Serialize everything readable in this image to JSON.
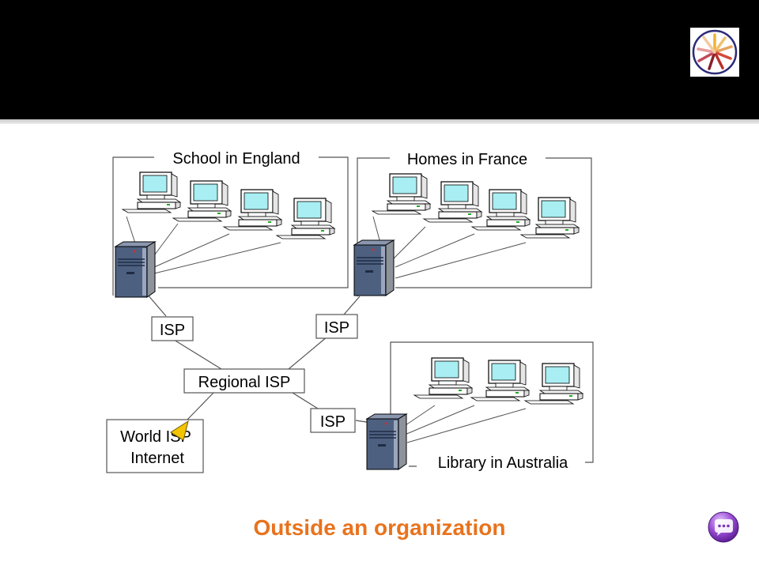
{
  "slide": {
    "caption": "Outside an organization"
  },
  "diagram": {
    "groups": [
      {
        "label": "School in England",
        "computers": 4
      },
      {
        "label": "Homes in France",
        "computers": 4
      },
      {
        "label": "Library in Australia",
        "computers": 3
      }
    ],
    "nodes": {
      "isp_left": "ISP",
      "isp_right": "ISP",
      "isp_bottom": "ISP",
      "regional_isp": "Regional ISP",
      "world_isp_line1": "World ISP",
      "world_isp_line2": "Internet"
    }
  },
  "colors": {
    "header": "#000000",
    "caption": "#e8731d",
    "server": "#4d6080",
    "monitor_screen": "#a8eef2",
    "pointer": "#f5c400",
    "button": "#9a4fd6"
  },
  "icons": {
    "logo": "sunburst-logo-icon",
    "pointer": "pointer-arrow-icon",
    "more": "more-options-icon"
  }
}
